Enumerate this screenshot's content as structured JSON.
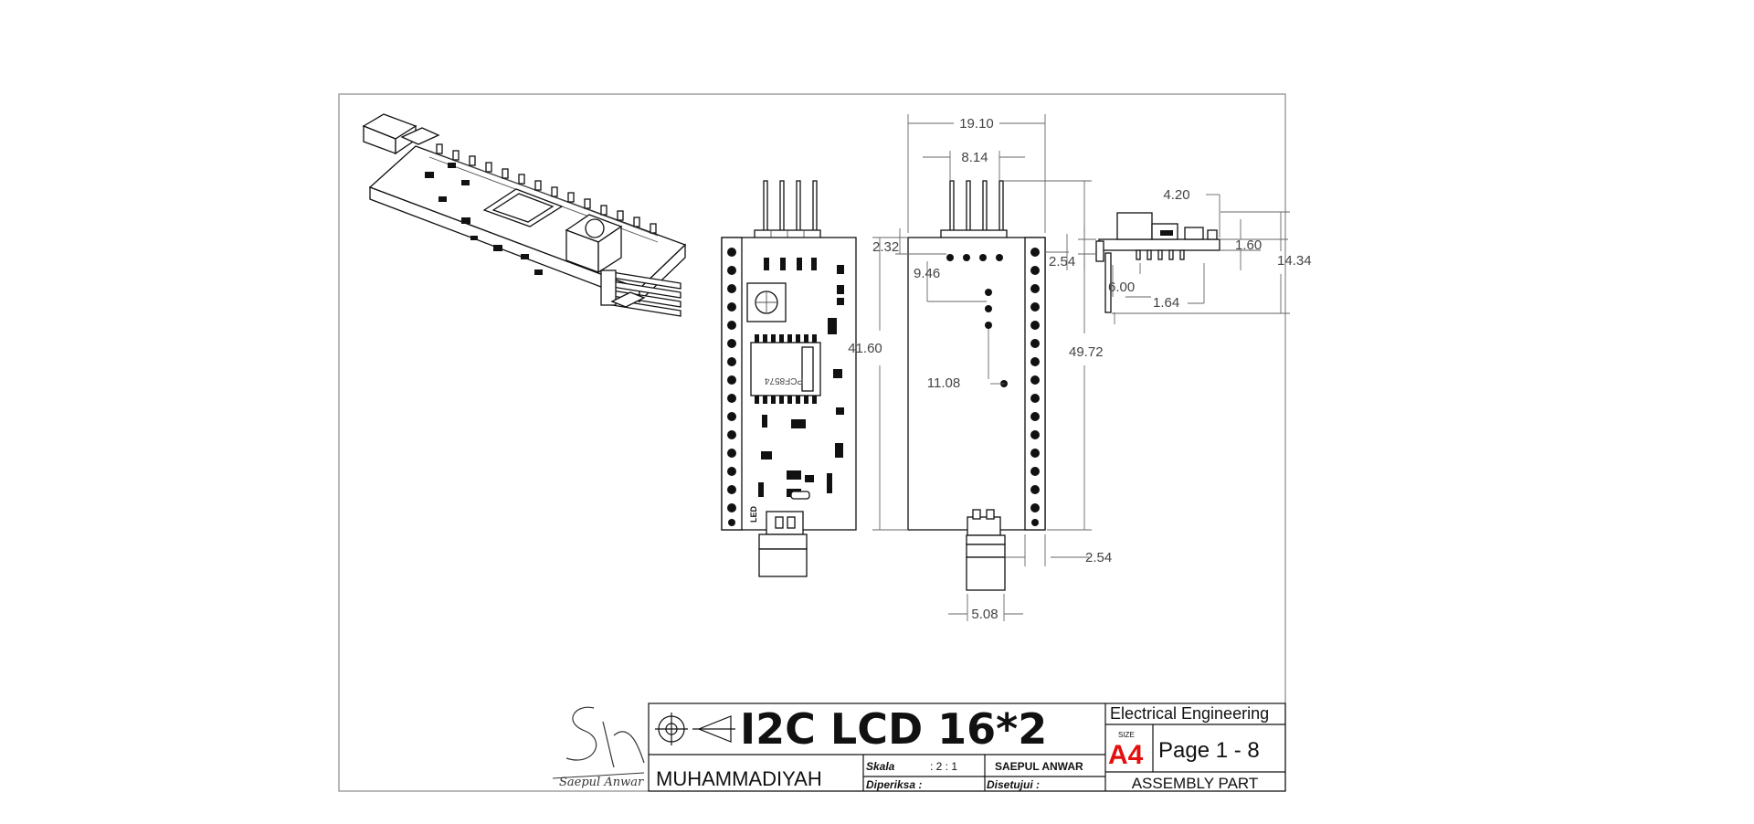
{
  "title_block": {
    "title": "I2C LCD 16*2",
    "institution": "MUHAMMADIYAH",
    "scale_label": "Skala",
    "scale_value": ": 2 : 1",
    "author": "SAEPUL ANWAR",
    "checked_label": "Diperiksa :",
    "approved_label": "Disetujui :",
    "department": "Electrical Engineering",
    "size_label": "SIZE",
    "size": "A4",
    "page": "Page 1 - 8",
    "part_type": "ASSEMBLY PART",
    "signature_name": "Saepul Anwar"
  },
  "dimensions": {
    "front_width": "19.10",
    "pin_span": "8.14",
    "front_height": "41.60",
    "total_height": "49.72",
    "top_offset": "2.32",
    "pin_offset": "9.46",
    "mid_offset": "11.08",
    "pin_pitch_side": "2.54",
    "pin_pitch_bottom": "2.54",
    "connector_width": "5.08",
    "side_height": "4.20",
    "board_thickness": "1.60",
    "side_total": "14.34",
    "side_pin": "6.00",
    "side_offset": "1.64"
  },
  "board_labels": {
    "chip": "PCF8574",
    "led": "LED"
  }
}
